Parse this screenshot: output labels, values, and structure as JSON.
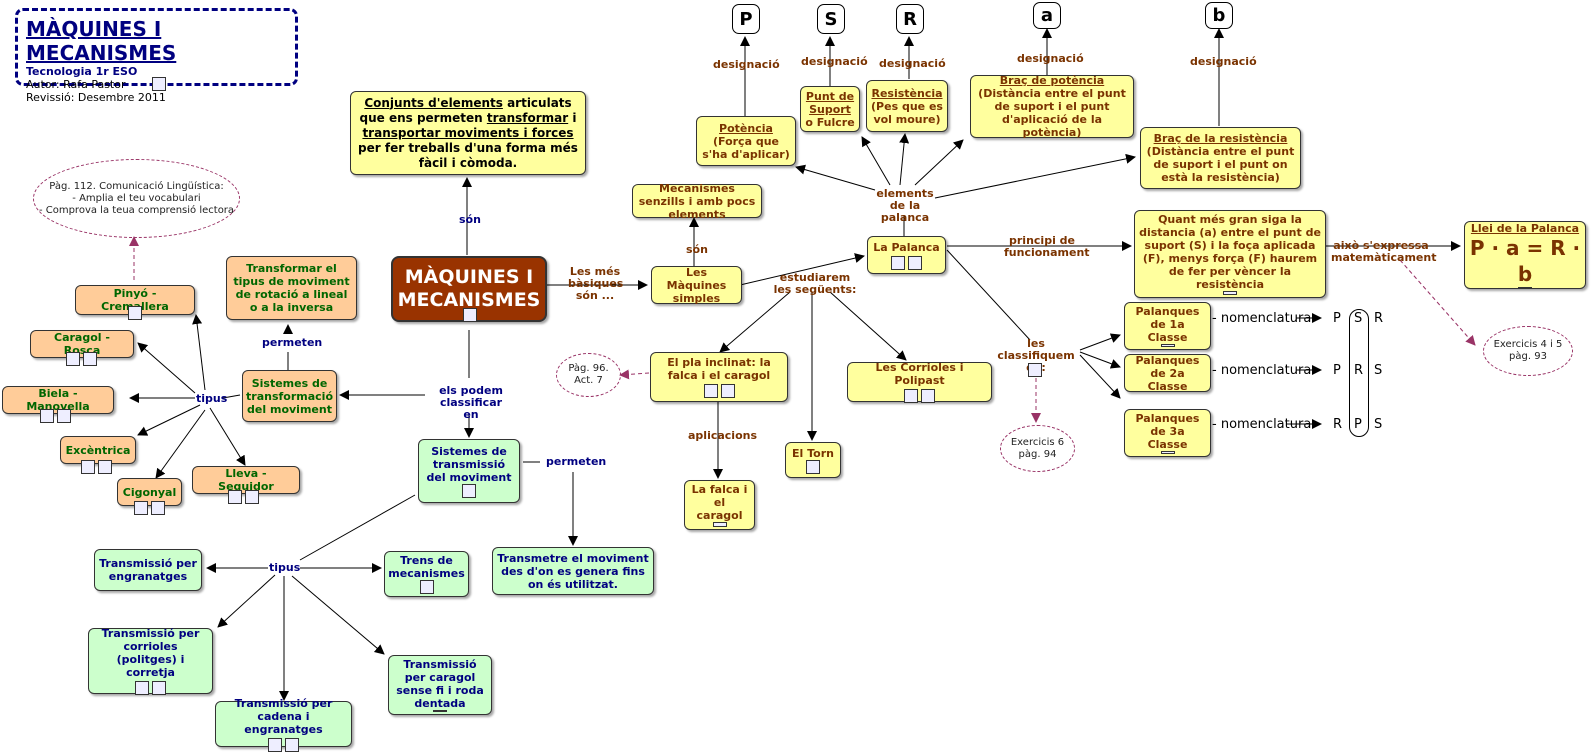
{
  "header": {
    "title": "MÀQUINES I MECANISMES",
    "subtitle": "Tecnologia 1r ESO",
    "author": "Autor: Rafa Pastor",
    "revision": "Revissió: Desembre 2011"
  },
  "nodes": {
    "main": "MÀQUINES I MECANISMES",
    "definition_p1": "Conjunts d'elements",
    "definition_p2": " articulats que ens  permeten ",
    "definition_p3": "transformar",
    "definition_p4": " i ",
    "definition_p5": "transportar moviments i forces",
    "definition_p6": " per fer treballs d'una forma més fàcil i còmoda.",
    "simple_machines": "Les Màquines simples",
    "simple_mechanisms": "Mecanismes senzills i amb pocs elements",
    "palanca": "La Palanca",
    "potencia_title": "Potència",
    "potencia_desc": "(Força que s'ha d'aplicar)",
    "suport_title": "Punt de Suport",
    "suport_rest": " o Fulcre",
    "resistencia_title": "Resistència",
    "resistencia_desc": "(Pes que es vol moure)",
    "braç_potencia_title": "Braç de potència",
    "braç_potencia_desc": "(Distància entre el punt de suport i el punt d'aplicació de la potència)",
    "braç_resistencia_title": "Braç de la resistència",
    "braç_resistencia_desc": "(Distància entre el punt de suport i el punt on està la resistència)",
    "principle": "Quant més gran siga la distancia (a) entre el punt de suport (S) i la foça aplicada (F), menys força (F) haurem de fer per vèncer la resistència",
    "law_title": "Llei de la Palanca",
    "law_formula": "P · a = R · b",
    "class1": "Palanques de 1a Classe",
    "class2": "Palanques de 2a Classe",
    "class3": "Palanques de 3a Classe",
    "pla_inclinat": "El pla inclinat: la falca i el caragol",
    "falca": "La falca i el caragol",
    "torn": "El Torn",
    "corrioles": "Les Corrioles i Polipast",
    "sistemes_transf": "Sistemes de transformació del moviment",
    "transformar": "Transformar el tipus de moviment de rotació a lineal o a la inversa",
    "pinyo": "Pinyó - Cremallera",
    "caragol_rosca": "Caragol - Rosca",
    "biela": "Biela - Manovella",
    "excentrica": "Excèntrica",
    "cigonyal": "Cigonyal",
    "lleva": "Lleva - Seguidor",
    "sistemes_transm": "Sistemes de transmissió del moviment",
    "transmetre": "Transmetre el moviment des d'on es genera fins on és utilitzat.",
    "engranatges": "Transmissió per engranatges",
    "trens": "Trens de mecanismes",
    "corrioles_transm": "Transmissió per corrioles (politges) i corretja",
    "caragol_fi": "Transmissió per caragol sense fi i roda dentada",
    "cadena": "Transmissió per cadena i engranatges"
  },
  "letters": [
    "P",
    "S",
    "R",
    "a",
    "b"
  ],
  "labels": {
    "son": "són",
    "son2": "són",
    "les_mes_basiques": "Les més bàsiques són ...",
    "estudiarem": "estudiarem les següents:",
    "elements": "elements de la palanca",
    "designacio": "designació",
    "principi": "principi de funcionament",
    "expressa": "això s'expressa matemàticament",
    "classifiquem": "les classifiquem en:",
    "aplicacions": "aplicacions",
    "podem": "els podem classificar en",
    "permeten": "permeten",
    "permeten2": "permeten",
    "tipus": "tipus",
    "tipus2": "tipus",
    "nomenclatura": "- nomenclatura"
  },
  "nomenclature": {
    "row1": [
      "P",
      "S",
      "R"
    ],
    "row2": [
      "P",
      "R",
      "S"
    ],
    "row3": [
      "R",
      "P",
      "S"
    ]
  },
  "notes": {
    "pag112": "Pàg. 112. Comunicació Lingüística:\n- Amplia el teu vocabulari\n- Comprova la teua comprensió lectora",
    "pag96": "Pàg. 96.\nAct. 7",
    "ex6": "Exercicis 6\npàg. 94",
    "ex45": "Exercicis 4 i 5\npàg. 93"
  },
  "colors": {
    "yellow": "#ffff9e",
    "orange": "#ffcc99",
    "green": "#ccffcc",
    "main": "#993300",
    "note_border": "#993366"
  }
}
